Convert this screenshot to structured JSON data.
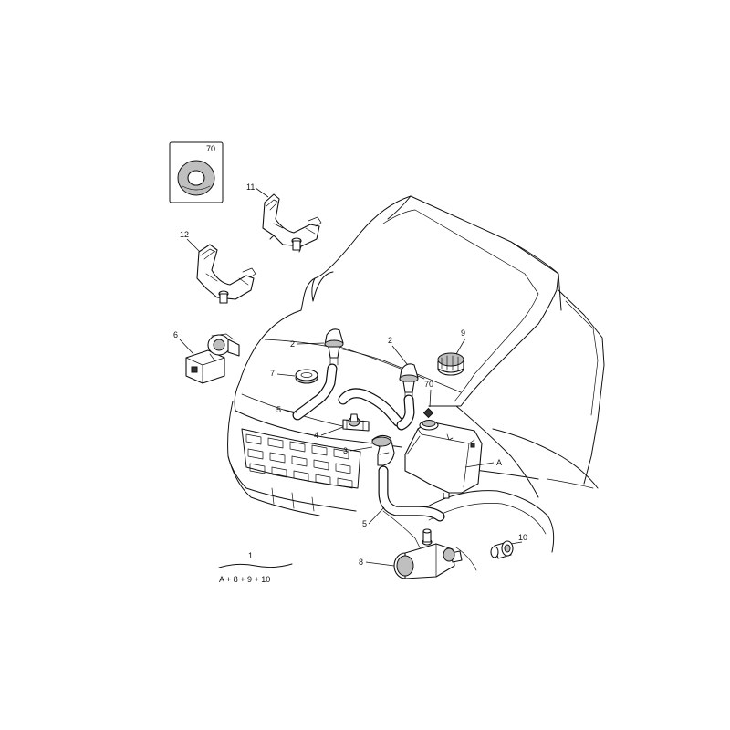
{
  "callouts": {
    "c70_box": "70",
    "c11": "11",
    "c12": "12",
    "c6": "6",
    "c2_left": "2",
    "c2_right": "2",
    "c9": "9",
    "c70": "70",
    "c7": "7",
    "c5_top": "5",
    "c4": "4",
    "c3": "3",
    "cA": "A",
    "c5_bottom": "5",
    "c10": "10",
    "c8": "8"
  },
  "kit": {
    "number": "1",
    "composition": "A + 8 + 9 + 10"
  }
}
